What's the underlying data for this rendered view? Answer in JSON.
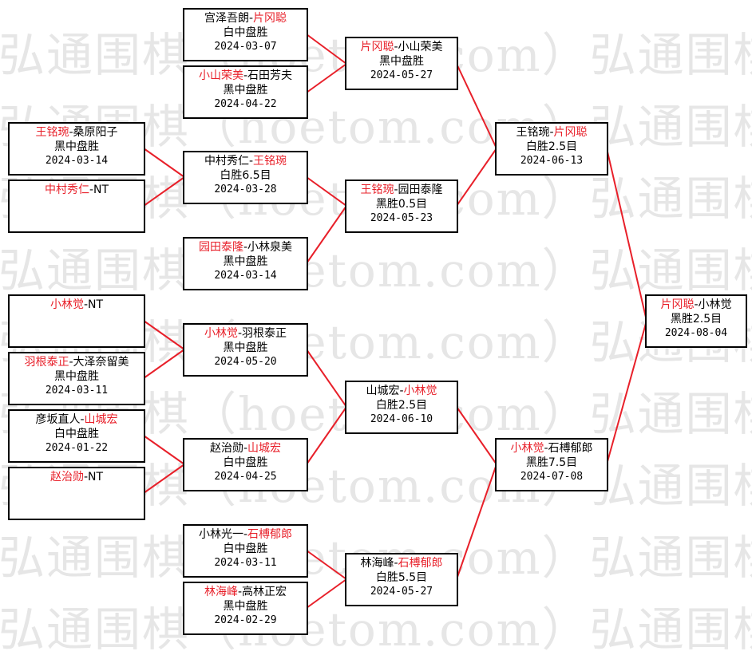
{
  "watermark": "弘通围棋（hoetom.com）弘通围棋（",
  "colors": {
    "winner": "#e8202a",
    "line": "#e8202a",
    "border": "#000000",
    "watermark": "#e6e6e6"
  },
  "matches": {
    "r1_1": {
      "p1": "宫泽吾朗",
      "p2": "片冈聪",
      "winner": 2,
      "result": "白中盘胜",
      "date": "2024-03-07"
    },
    "r1_2": {
      "p1": "小山荣美",
      "p2": "石田芳夫",
      "winner": 1,
      "result": "黑中盘胜",
      "date": "2024-04-22"
    },
    "r0_1": {
      "p1": "王铭琬",
      "p2": "桑原阳子",
      "winner": 1,
      "result": "黑中盘胜",
      "date": "2024-03-14"
    },
    "r0_2": {
      "p1": "中村秀仁",
      "p2": "NT",
      "winner": 1,
      "result": "",
      "date": ""
    },
    "r1_3": {
      "p1": "中村秀仁",
      "p2": "王铭琬",
      "winner": 2,
      "result": "白胜6.5目",
      "date": "2024-03-28"
    },
    "r1_4": {
      "p1": "园田泰隆",
      "p2": "小林泉美",
      "winner": 1,
      "result": "黑中盘胜",
      "date": "2024-03-14"
    },
    "r0_3": {
      "p1": "小林觉",
      "p2": "NT",
      "winner": 1,
      "result": "",
      "date": ""
    },
    "r0_4": {
      "p1": "羽根泰正",
      "p2": "大泽奈留美",
      "winner": 1,
      "result": "黑中盘胜",
      "date": "2024-03-11"
    },
    "r1_5": {
      "p1": "小林觉",
      "p2": "羽根泰正",
      "winner": 1,
      "result": "黑中盘胜",
      "date": "2024-05-20"
    },
    "r0_5": {
      "p1": "彦坂直人",
      "p2": "山城宏",
      "winner": 2,
      "result": "白中盘胜",
      "date": "2024-01-22"
    },
    "r0_6": {
      "p1": "赵治勋",
      "p2": "NT",
      "winner": 1,
      "result": "",
      "date": ""
    },
    "r1_6": {
      "p1": "赵治勋",
      "p2": "山城宏",
      "winner": 2,
      "result": "白中盘胜",
      "date": "2024-04-25"
    },
    "r1_7": {
      "p1": "小林光一",
      "p2": "石榑郁郎",
      "winner": 2,
      "result": "白中盘胜",
      "date": "2024-03-11"
    },
    "r1_8": {
      "p1": "林海峰",
      "p2": "高林正宏",
      "winner": 1,
      "result": "黑中盘胜",
      "date": "2024-02-29"
    },
    "r2_1": {
      "p1": "片冈聪",
      "p2": "小山荣美",
      "winner": 1,
      "result": "黑中盘胜",
      "date": "2024-05-27"
    },
    "r2_2": {
      "p1": "王铭琬",
      "p2": "园田泰隆",
      "winner": 1,
      "result": "黑胜0.5目",
      "date": "2024-05-23"
    },
    "r2_3": {
      "p1": "山城宏",
      "p2": "小林觉",
      "winner": 2,
      "result": "白胜2.5目",
      "date": "2024-06-10"
    },
    "r2_4": {
      "p1": "林海峰",
      "p2": "石榑郁郎",
      "winner": 2,
      "result": "白胜5.5目",
      "date": "2024-05-27"
    },
    "r3_1": {
      "p1": "王铭琬",
      "p2": "片冈聪",
      "winner": 2,
      "result": "白胜2.5目",
      "date": "2024-06-13"
    },
    "r3_2": {
      "p1": "小林觉",
      "p2": "石榑郁郎",
      "winner": 1,
      "result": "黑胜7.5目",
      "date": "2024-07-08"
    },
    "final": {
      "p1": "片冈聪",
      "p2": "小林觉",
      "winner": 1,
      "result": "黑胜2.5目",
      "date": "2024-08-04"
    }
  }
}
